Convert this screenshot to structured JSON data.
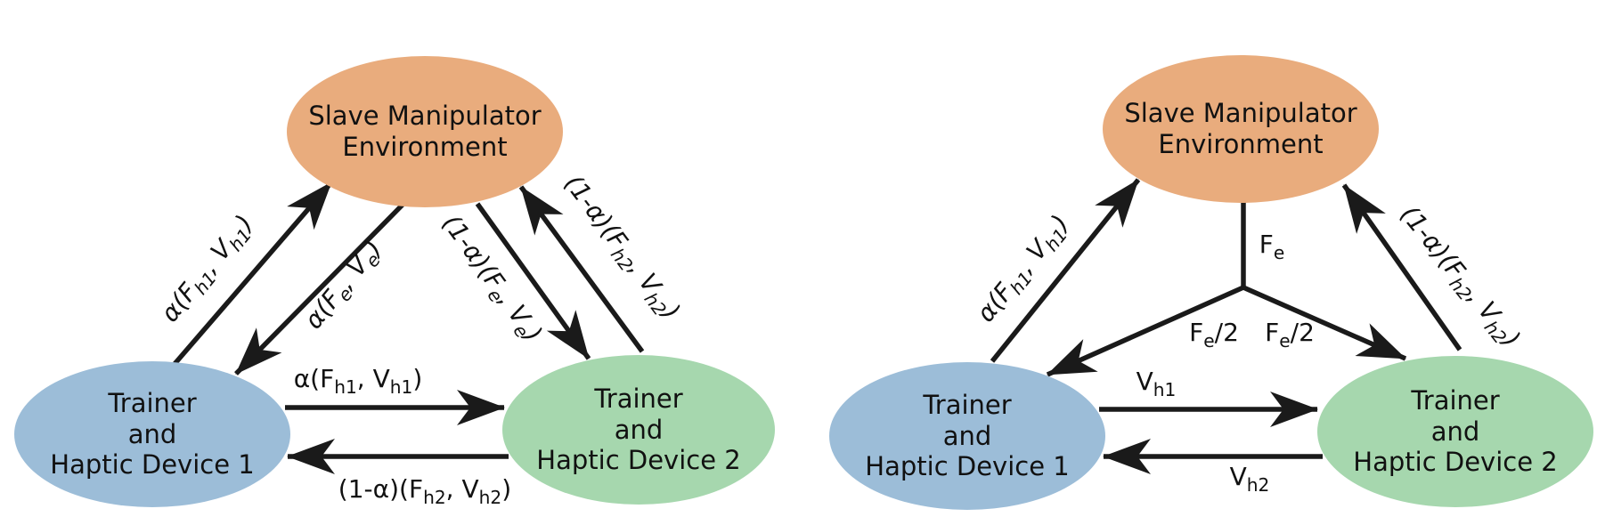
{
  "figure": {
    "description_left_panel": "alpha-blending shared control architecture",
    "description_right_panel": "force-splitting shared control architecture"
  },
  "colors": {
    "environment_fill": "#E9AC7D",
    "device1_fill": "#9CBDD8",
    "device2_fill": "#A6D7AE",
    "arrow": "#1A1A1A",
    "background": "#FFFFFF"
  },
  "panels": [
    {
      "nodes": {
        "environment": {
          "label": "Slave Manipulator\nEnvironment"
        },
        "device1": {
          "label": "Trainer\nand\nHaptic Device 1"
        },
        "device2": {
          "label": "Trainer\nand\nHaptic Device 2"
        }
      },
      "edge_labels": {
        "d1_to_env": "α(F_{h1}, V_{h1})",
        "env_to_d1": "α(F_{e}, V_{e})",
        "env_to_d2": "(1-α)(F_{e}, V_{e})",
        "d2_to_env": "(1-α)(F_{h2}, V_{h2})",
        "d1_to_d2": "α(F_{h1}, V_{h1})",
        "d2_to_d1": "(1-α)(F_{h2}, V_{h2})"
      }
    },
    {
      "nodes": {
        "environment": {
          "label": "Slave Manipulator\nEnvironment"
        },
        "device1": {
          "label": "Trainer\nand\nHaptic Device 1"
        },
        "device2": {
          "label": "Trainer\nand\nHaptic Device 2"
        }
      },
      "edge_labels": {
        "d1_to_env": "α(F_{h1}, V_{h1})",
        "d2_to_env": "(1-α)(F_{h2}, V_{h2})",
        "env_force": "F_{e}",
        "split_left": "F_{e}/2",
        "split_right": "F_{e}/2",
        "d1_to_d2": "V_{h1}",
        "d2_to_d1": "V_{h2}"
      }
    }
  ]
}
